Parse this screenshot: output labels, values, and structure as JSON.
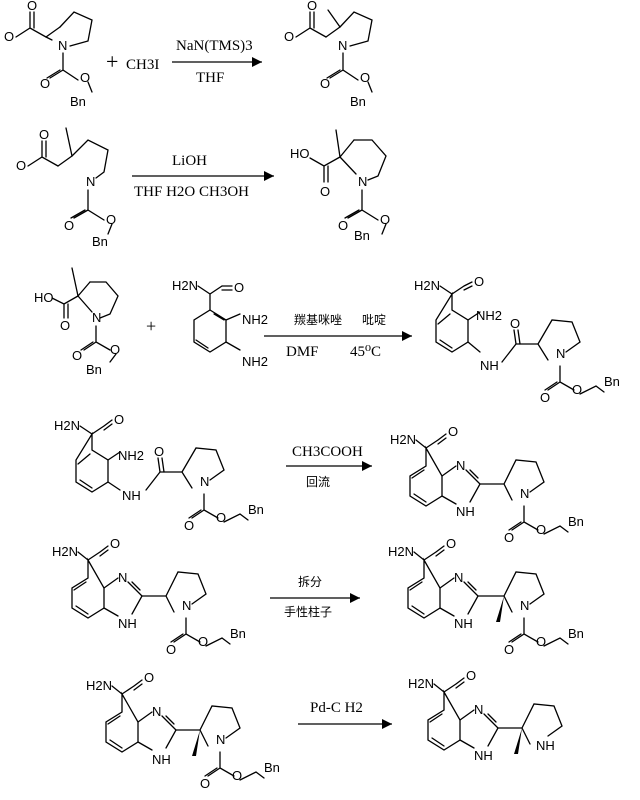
{
  "scheme": {
    "step1": {
      "plus": "+",
      "reactant2": "CH3I",
      "above": "NaN(TMS)3",
      "below": "THF"
    },
    "step2": {
      "above": "LiOH",
      "below": "THF H2O CH3OH"
    },
    "step3": {
      "plus": "+",
      "above_left": "羰基咪唑",
      "above_right": "吡啶",
      "below_left": "DMF",
      "below_right": "45⁰C"
    },
    "step4": {
      "above": "CH3COOH",
      "below": "回流"
    },
    "step5": {
      "above": "拆分",
      "below": "手性柱子"
    },
    "step6": {
      "above": "Pd-C H2"
    }
  },
  "atoms": {
    "O": "O",
    "N": "N",
    "Bn": "Bn",
    "HO": "HO",
    "H2N": "H2N",
    "NH2": "NH2",
    "NH": "NH"
  }
}
